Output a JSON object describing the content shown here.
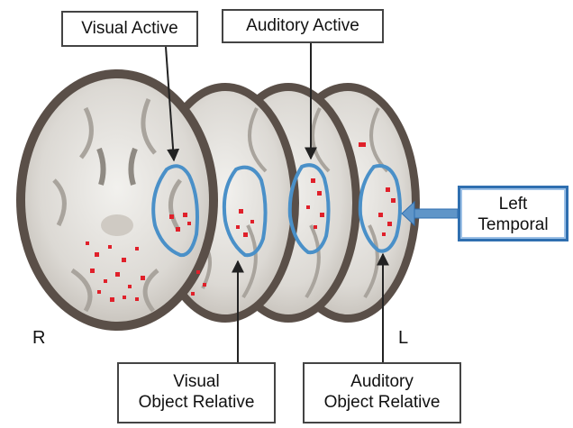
{
  "labels": {
    "visual_active": "Visual Active",
    "auditory_active": "Auditory Active",
    "left_temporal": [
      "Left",
      "Temporal"
    ],
    "visual_object_relative": [
      "Visual",
      "Object Relative"
    ],
    "auditory_object_relative": [
      "Auditory",
      "Object Relative"
    ],
    "side_right": "R",
    "side_left": "L"
  },
  "colors": {
    "outline": "#4a90c8",
    "activation": "#e0202a",
    "skull": "#5a4f48",
    "brain": "#e6e4e0",
    "label_border_blue": "#2f6fb0"
  }
}
